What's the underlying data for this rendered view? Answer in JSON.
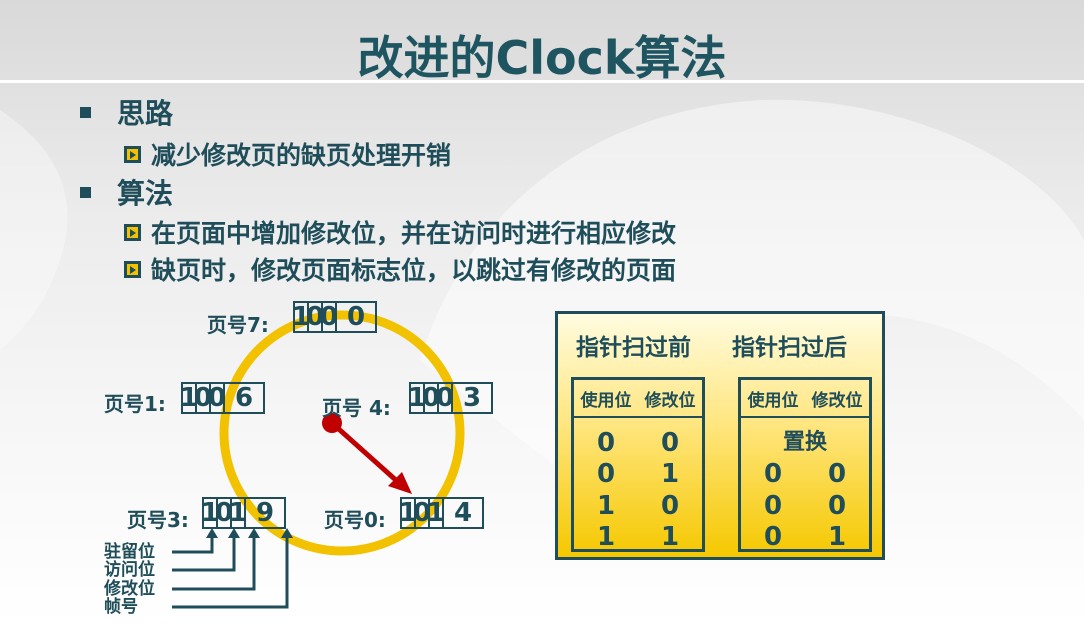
{
  "title": "改进的Clock算法",
  "bullets": [
    {
      "label": "思路",
      "subs": [
        "减少修改页的缺页处理开销"
      ]
    },
    {
      "label": "算法",
      "subs": [
        "在页面中增加修改位，并在访问时进行相应修改",
        "缺页时，修改页面标志位，以跳过有修改的页面"
      ]
    }
  ],
  "clock": {
    "pages": [
      {
        "label": "页号7:",
        "bits": [
          "1",
          "0",
          "0"
        ],
        "frame": "0"
      },
      {
        "label": "页号1:",
        "bits": [
          "1",
          "0",
          "0"
        ],
        "frame": "6"
      },
      {
        "label": "页号 4:",
        "bits": [
          "1",
          "0",
          "0"
        ],
        "frame": "3"
      },
      {
        "label": "页号3:",
        "bits": [
          "1",
          "0",
          "1"
        ],
        "frame": "9"
      },
      {
        "label": "页号0:",
        "bits": [
          "1",
          "0",
          "1"
        ],
        "frame": "4"
      }
    ],
    "bit_labels": [
      "驻留位",
      "访问位",
      "修改位",
      "帧号"
    ],
    "colors": {
      "ring": "#f2c200",
      "hand": "#c00000"
    }
  },
  "panel": {
    "before_title": "指针扫过前",
    "after_title": "指针扫过后",
    "col_use": "使用位",
    "col_mod": "修改位",
    "before_rows": [
      [
        "0",
        "0"
      ],
      [
        "0",
        "1"
      ],
      [
        "1",
        "0"
      ],
      [
        "1",
        "1"
      ]
    ],
    "after_first": "置换",
    "after_rows": [
      [
        "0",
        "0"
      ],
      [
        "0",
        "0"
      ],
      [
        "0",
        "1"
      ]
    ]
  }
}
